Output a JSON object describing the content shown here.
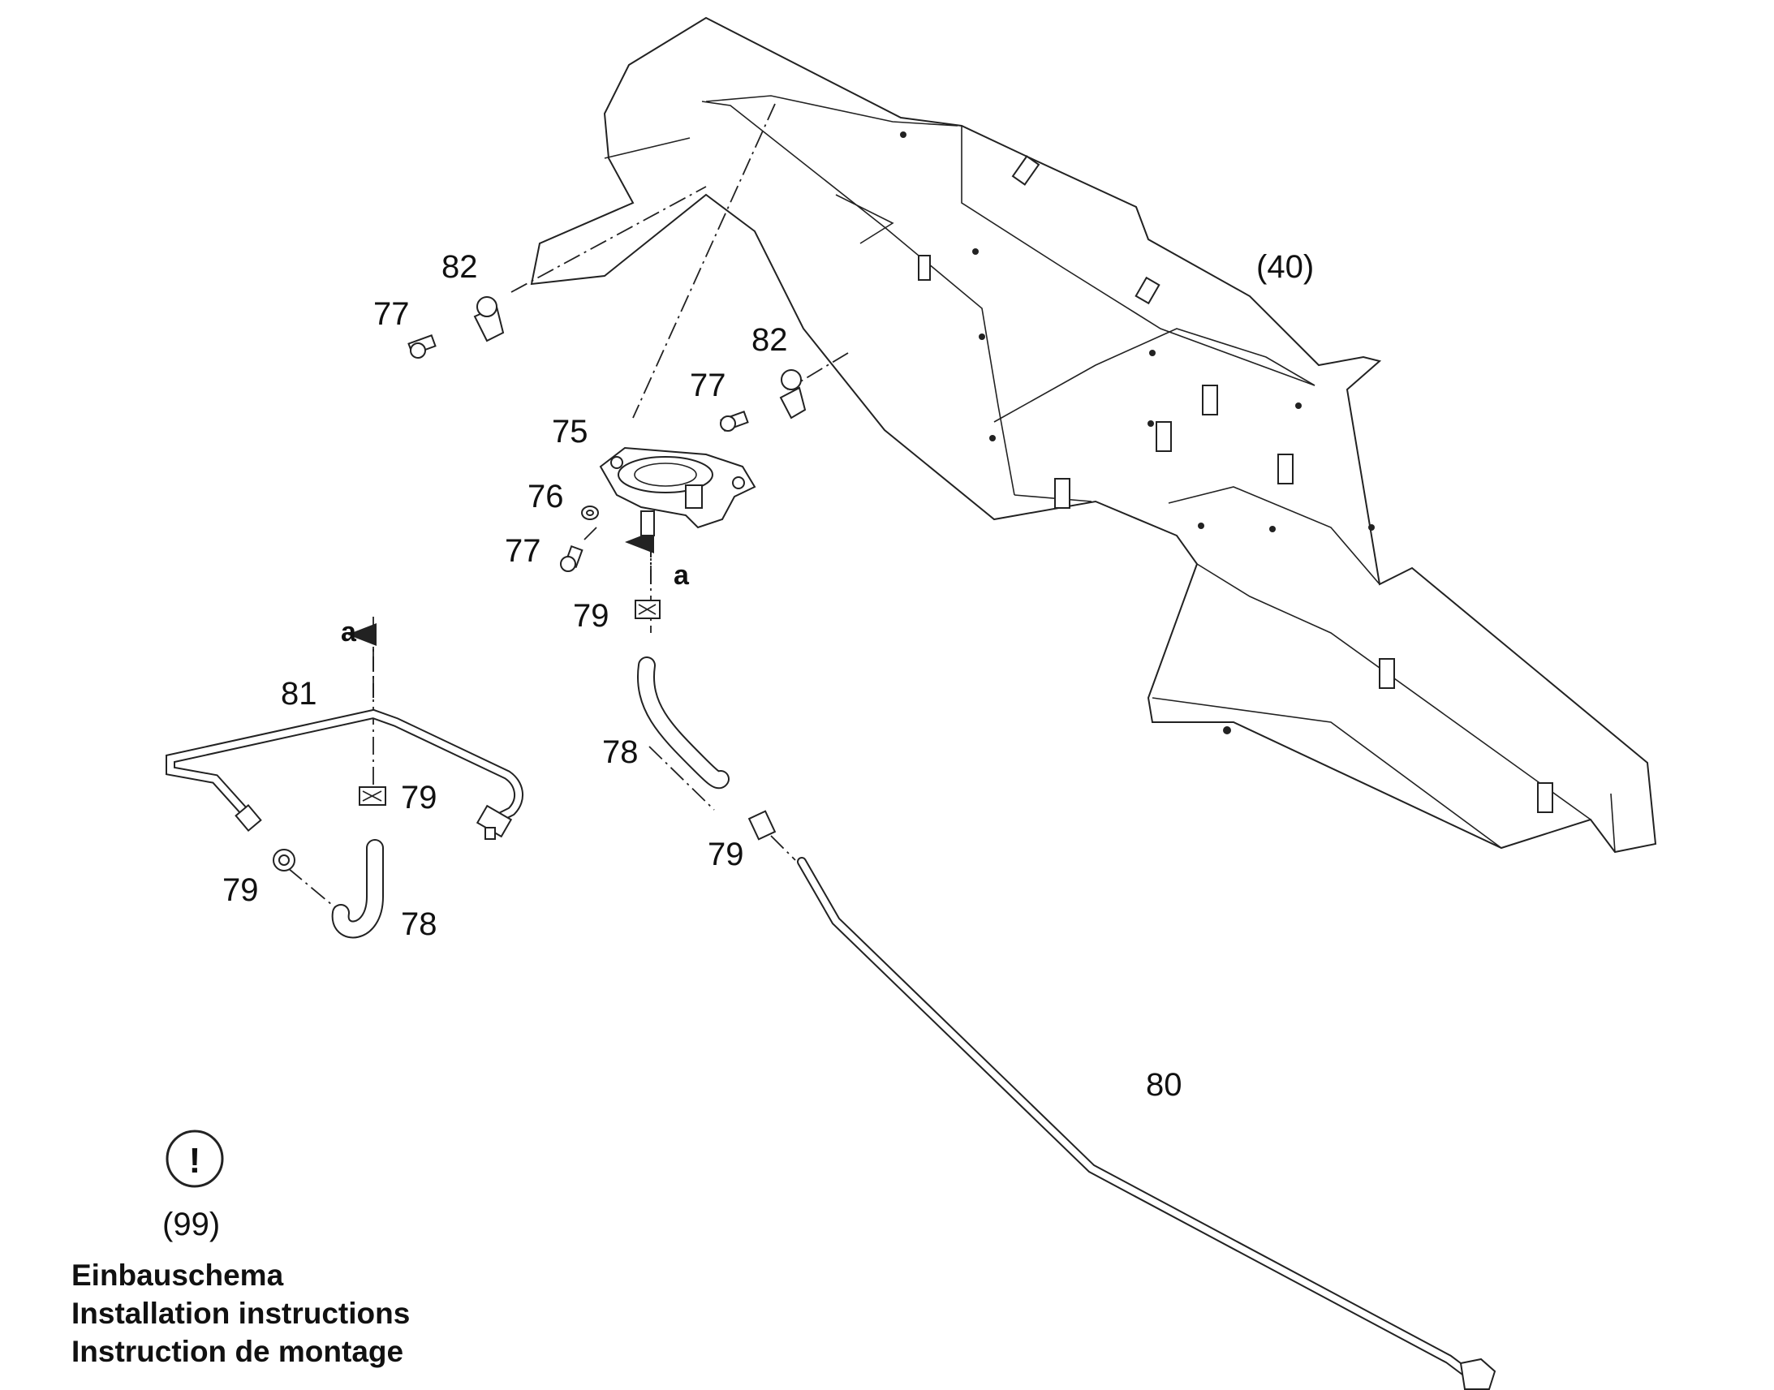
{
  "callouts": {
    "c40": "(40)",
    "c82a": "82",
    "c82b": "82",
    "c77a": "77",
    "c77b": "77",
    "c77c": "77",
    "c75": "75",
    "c76": "76",
    "c79a": "79",
    "c79b": "79",
    "c79c": "79",
    "c79d": "79",
    "c78a": "78",
    "c78b": "78",
    "c81": "81",
    "c80": "80",
    "c99": "(99)"
  },
  "arrows": {
    "a1": "a",
    "a2": "a"
  },
  "notice_symbol": "!",
  "legend": {
    "line1": "Einbauschema",
    "line2": "Installation instructions",
    "line3": "Instruction de montage"
  }
}
